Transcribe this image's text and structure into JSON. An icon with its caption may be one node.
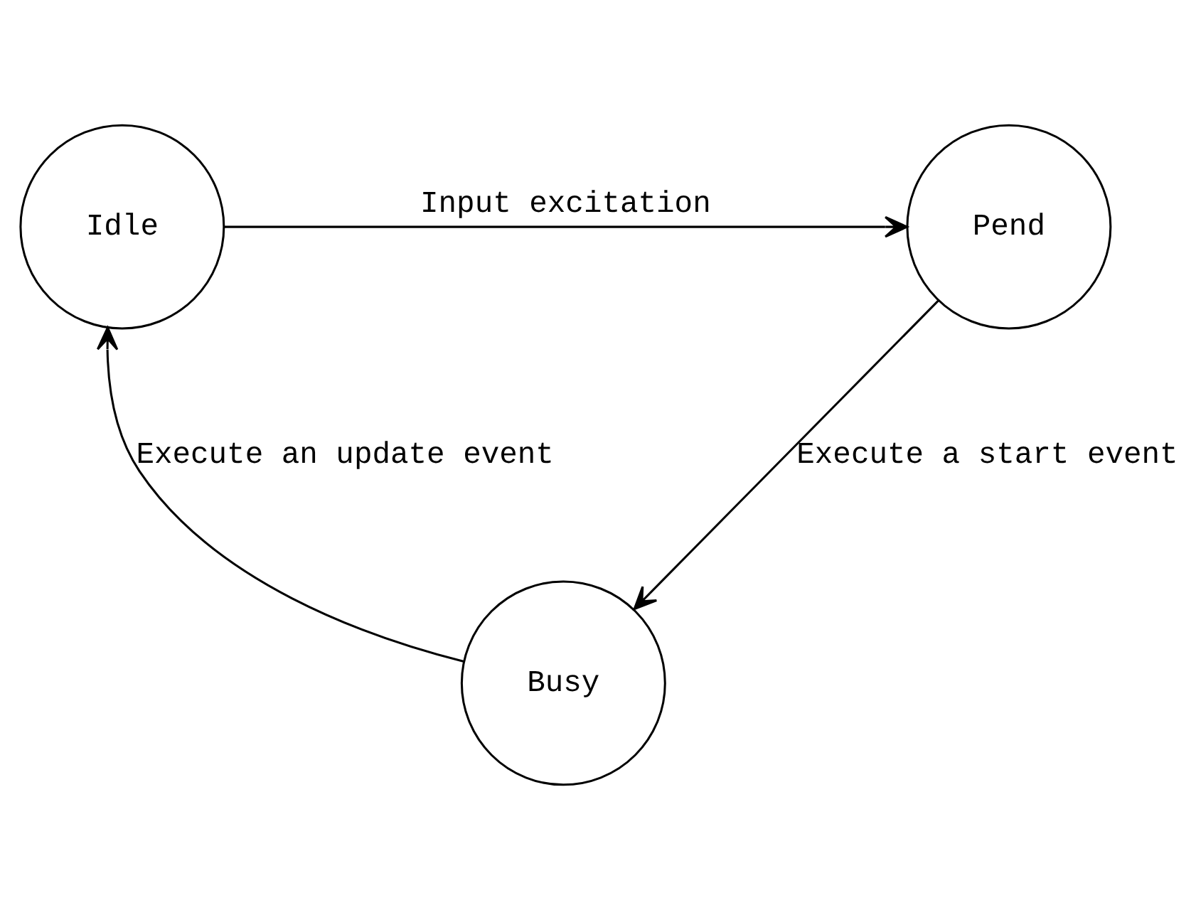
{
  "diagram": {
    "nodes": [
      {
        "text": [
          "Idle"
        ]
      },
      {
        "text": [
          "Pend"
        ]
      },
      {
        "text": [
          "Busy"
        ]
      }
    ],
    "edges": [
      {
        "from": 0,
        "to": 1,
        "arrow": "to",
        "label": "Input excitation"
      },
      {
        "from": 1,
        "to": 2,
        "arrow": "to",
        "label": "Execute a start event"
      },
      {
        "from": 2,
        "to": 0,
        "arrow": "to",
        "label": "Execute an update event"
      }
    ]
  }
}
